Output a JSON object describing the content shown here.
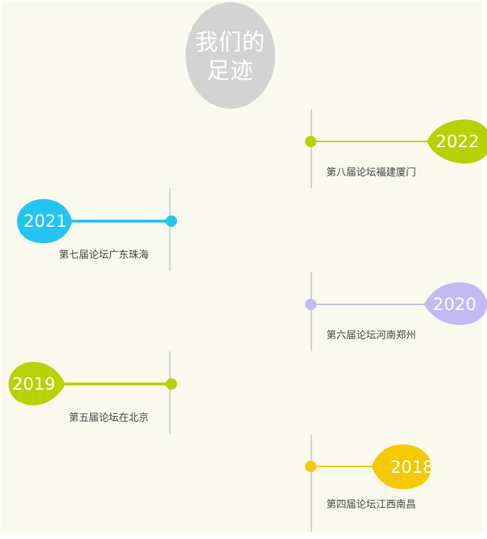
{
  "title": "我们的足迹",
  "timeline": [
    {
      "year": "2022",
      "caption": "第八届论坛福建厦门",
      "color": "#b5d300"
    },
    {
      "year": "2021",
      "caption": "第七届论坛广东珠海",
      "color": "#22c5f0"
    },
    {
      "year": "2020",
      "caption": "第六届论坛河南郑州",
      "color": "#c3b9f5"
    },
    {
      "year": "2019",
      "caption": "第五届论坛在北京",
      "color": "#b5d300"
    },
    {
      "year": "2018",
      "caption": "第四届论坛江西南昌",
      "color": "#f6c800"
    }
  ]
}
